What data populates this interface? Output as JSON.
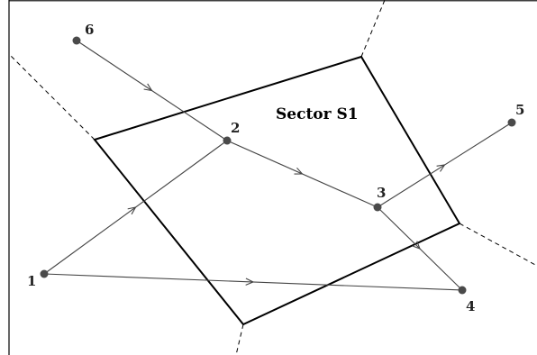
{
  "sector": {
    "label": "Sector S1"
  },
  "nodes": [
    {
      "id": "1",
      "label": "1"
    },
    {
      "id": "2",
      "label": "2"
    },
    {
      "id": "3",
      "label": "3"
    },
    {
      "id": "4",
      "label": "4"
    },
    {
      "id": "5",
      "label": "5"
    },
    {
      "id": "6",
      "label": "6"
    }
  ],
  "routes": [
    {
      "from": "6",
      "to": "2"
    },
    {
      "from": "2",
      "to": "3"
    },
    {
      "from": "3",
      "to": "5"
    },
    {
      "from": "3",
      "to": "4"
    },
    {
      "from": "1",
      "to": "2"
    },
    {
      "from": "1",
      "to": "4"
    }
  ],
  "colors": {
    "line": "#444444",
    "node": "#4a4a4a",
    "sector_border": "#000000"
  }
}
